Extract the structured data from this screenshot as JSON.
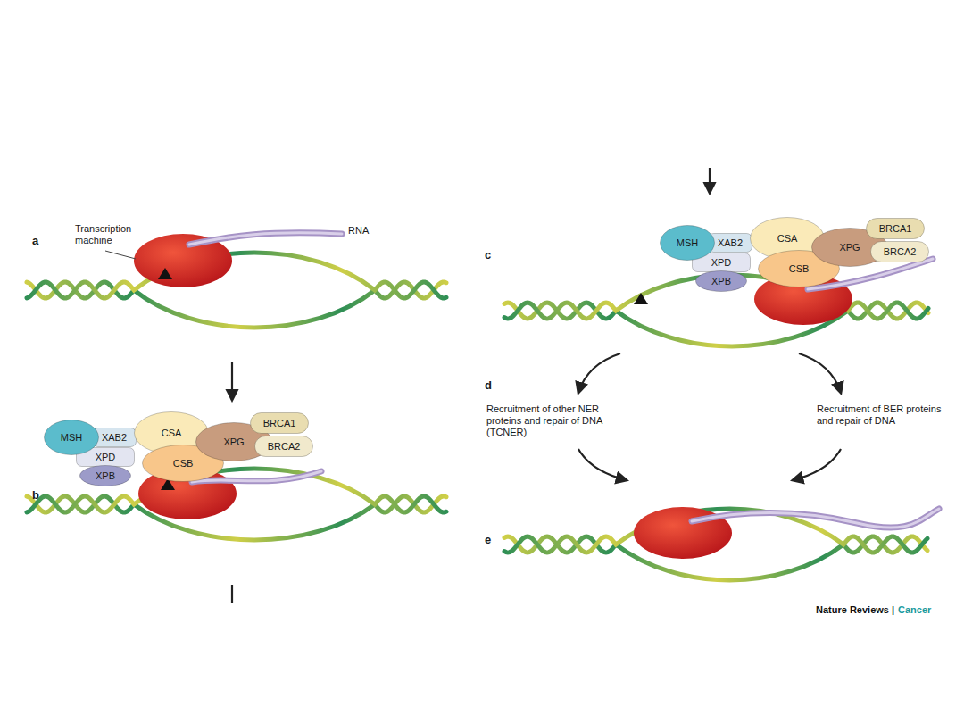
{
  "diagram": {
    "nodes": [
      {
        "text": [
          "MSH"
        ]
      },
      {
        "text": [
          "XAB2"
        ]
      },
      {
        "text": [
          "CSA"
        ]
      },
      {
        "text": [
          "BRCA1"
        ]
      },
      {
        "text": [
          "XPD"
        ]
      },
      {
        "text": [
          "CSB"
        ]
      },
      {
        "text": [
          "XPG"
        ]
      },
      {
        "text": [
          "BRCA2"
        ]
      },
      {
        "text": [
          "XPB"
        ]
      },
      {
        "text": [
          "MSH"
        ]
      },
      {
        "text": [
          "XAB2"
        ]
      },
      {
        "text": [
          "CSA"
        ]
      },
      {
        "text": [
          "BRCA1"
        ]
      },
      {
        "text": [
          "XPD"
        ]
      },
      {
        "text": [
          "CSB"
        ]
      },
      {
        "text": [
          "XPG"
        ]
      },
      {
        "text": [
          "BRCA2"
        ]
      },
      {
        "text": [
          "XPB"
        ]
      }
    ],
    "labels": [
      "a",
      "Transcription machine",
      "RNA",
      "b",
      "c",
      "d",
      "Recruitment of other NER proteins and repair of DNA (TCNER)",
      "Recruitment of BER proteins and repair of DNA",
      "e",
      "Nature Reviews |",
      "Cancer"
    ]
  }
}
